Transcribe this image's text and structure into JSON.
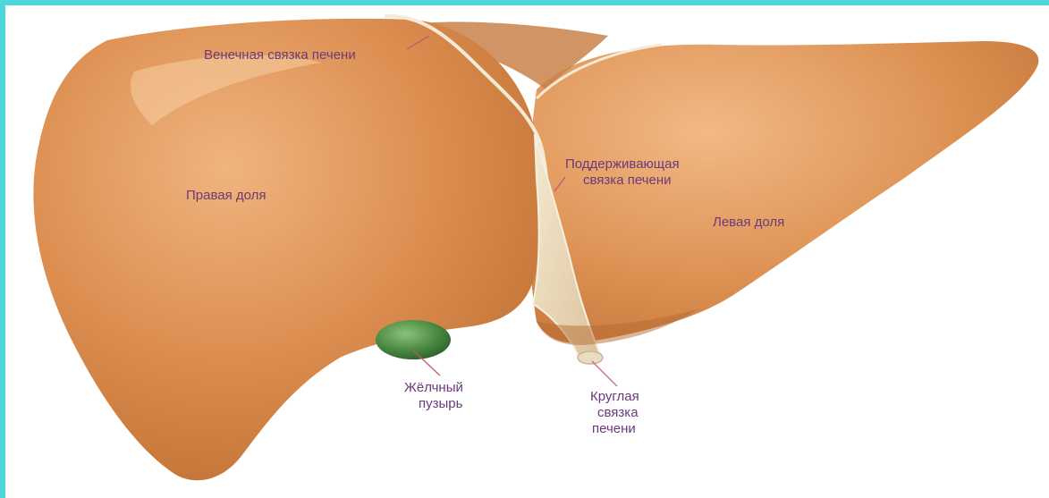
{
  "colors": {
    "frame_border": "#4fd6da",
    "liver_base": "#d7894a",
    "liver_light": "#efb07a",
    "liver_shadow": "#b86a32",
    "gallbladder": "#3f7a3a",
    "ligament": "#efe0c2",
    "label_text": "#6b3a78",
    "pointer_line": "#c8507a"
  },
  "labels": {
    "coronary_ligament": "Венечная связка печени",
    "falciform_ligament_line1": "Поддерживающая",
    "falciform_ligament_line2": "связка печени",
    "right_lobe": "Правая доля",
    "left_lobe": "Левая доля",
    "gallbladder_line1": "Жёлчный",
    "gallbladder_line2": "пузырь",
    "round_ligament_line1": "Круглая",
    "round_ligament_line2": "связка",
    "round_ligament_line3": "печени"
  }
}
